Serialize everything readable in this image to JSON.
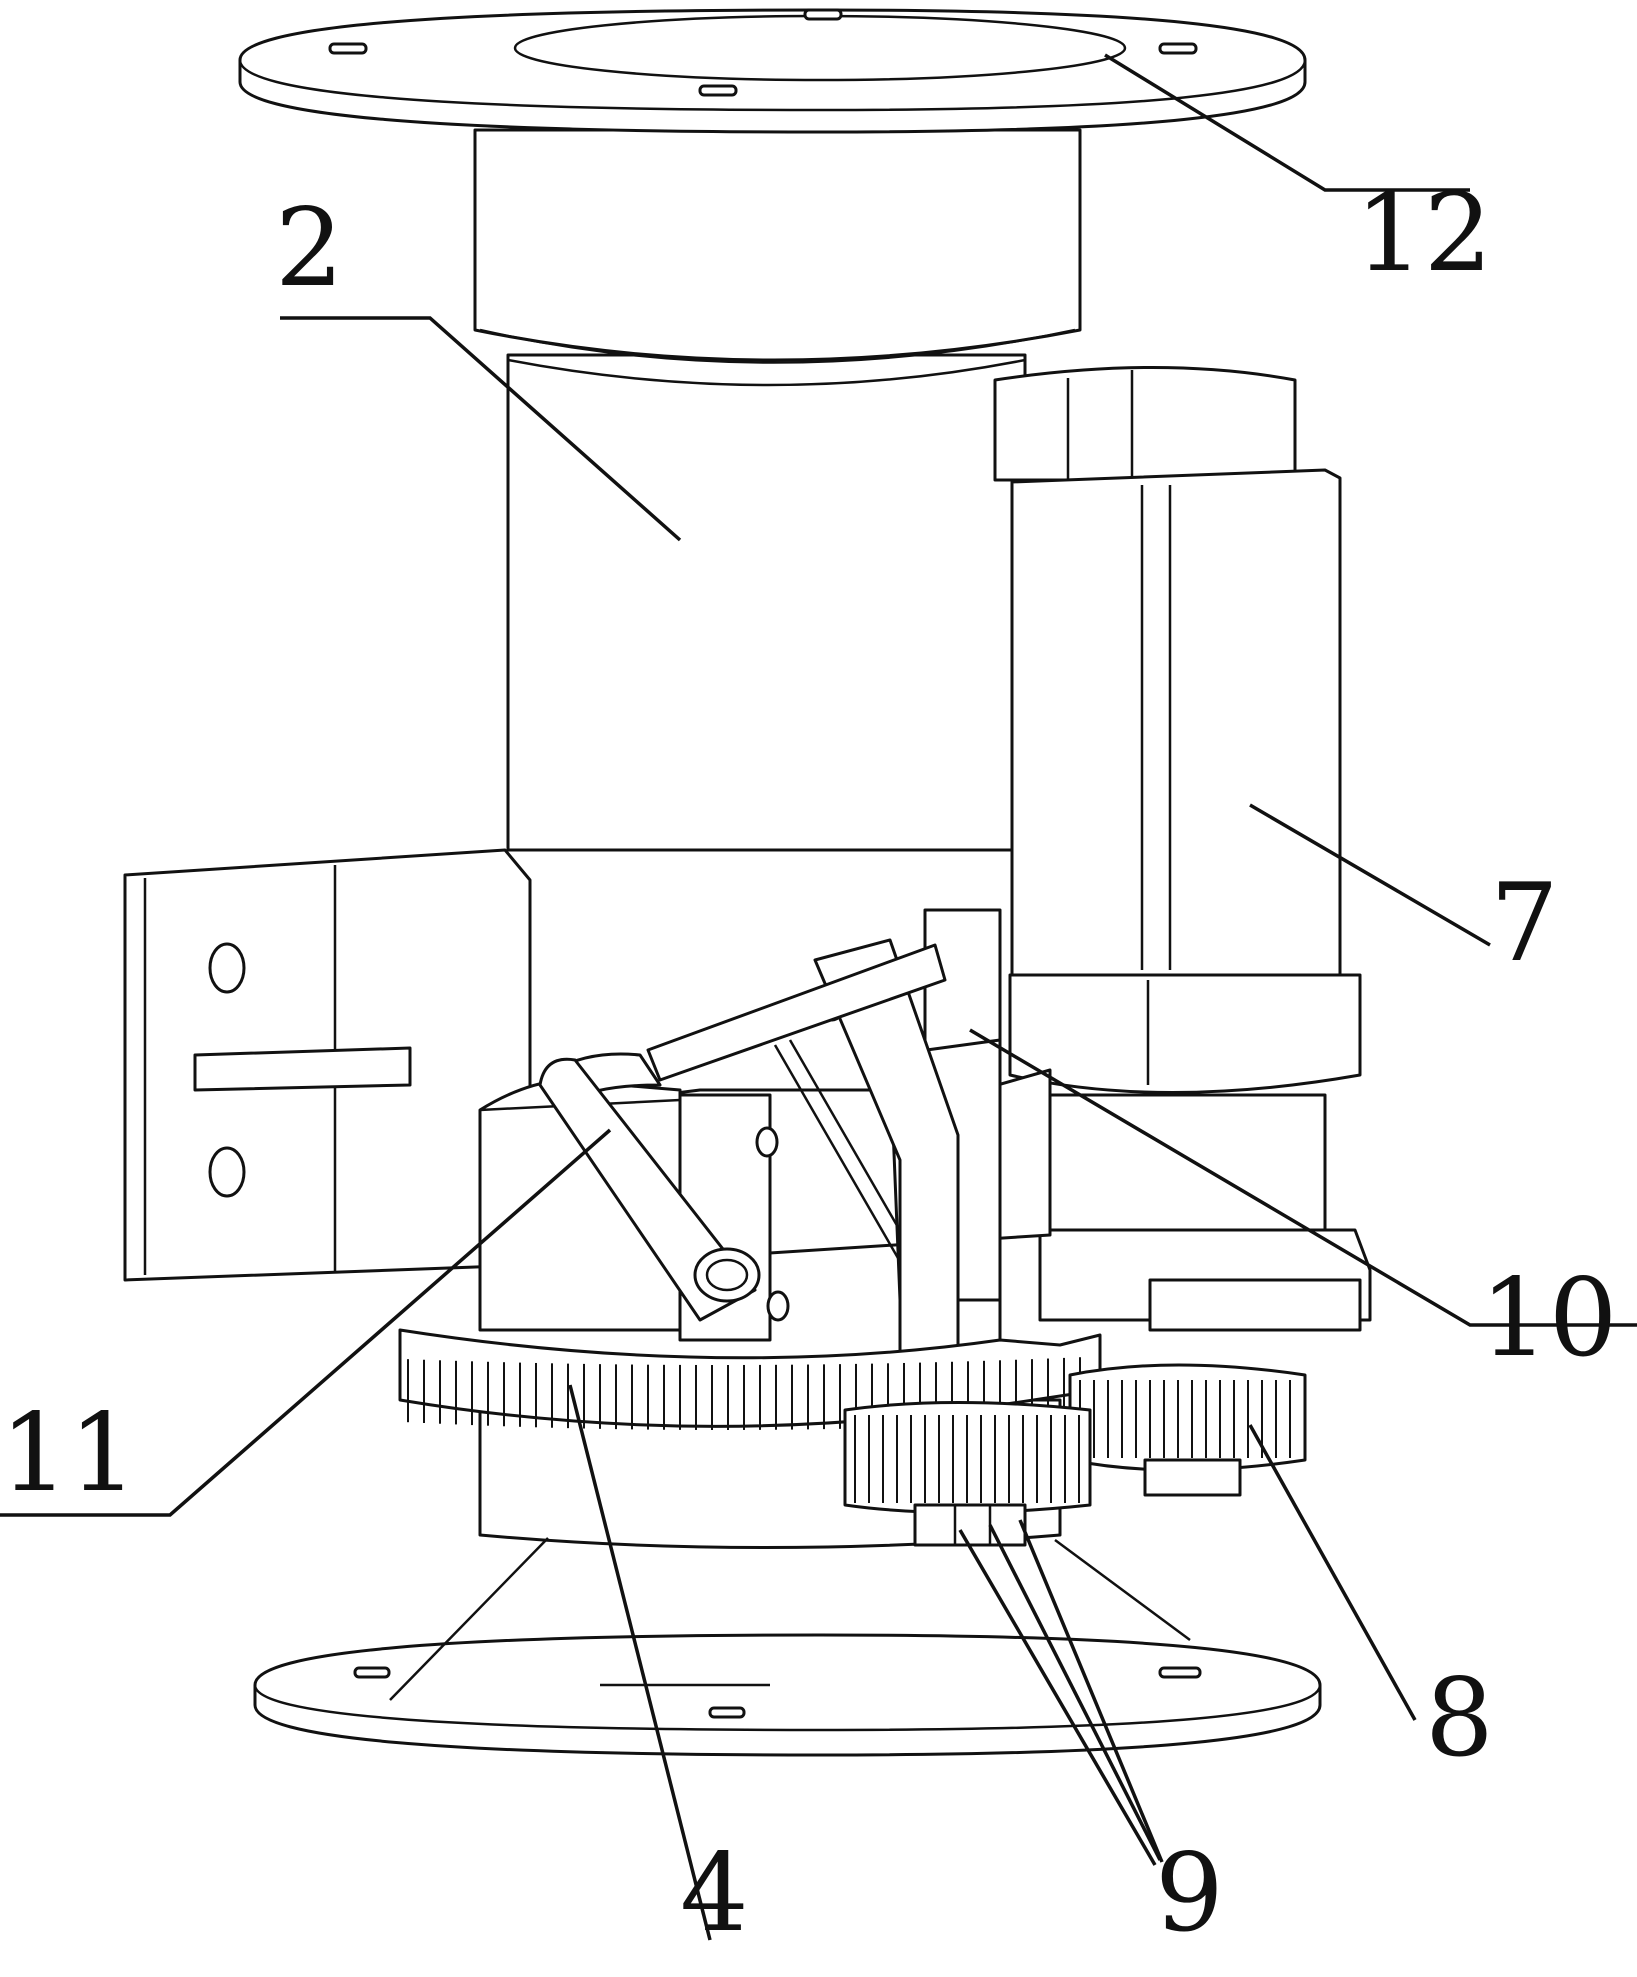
{
  "figure": {
    "callouts": [
      {
        "id": "12",
        "text": "12"
      },
      {
        "id": "2",
        "text": "2"
      },
      {
        "id": "7",
        "text": "7"
      },
      {
        "id": "10",
        "text": "10"
      },
      {
        "id": "11",
        "text": "11"
      },
      {
        "id": "4",
        "text": "4"
      },
      {
        "id": "8",
        "text": "8"
      },
      {
        "id": "9",
        "text": "9"
      }
    ]
  }
}
